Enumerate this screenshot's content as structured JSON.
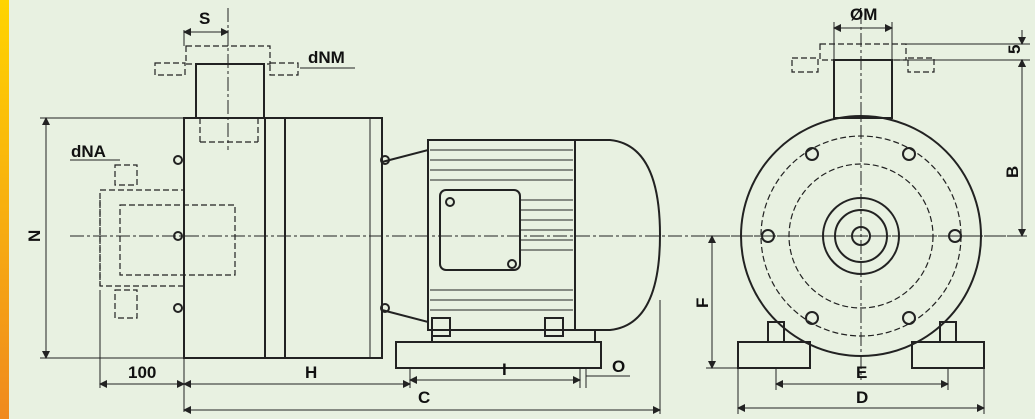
{
  "colors": {
    "background": "#e8f1e1",
    "left_bar_top": "#ffd400",
    "left_bar_bottom": "#f08a1e",
    "line": "#222222"
  },
  "labels": {
    "S": "S",
    "dNM": "dNM",
    "dNA": "dNA",
    "N": "N",
    "label_100": "100",
    "H": "H",
    "C": "C",
    "I": "I",
    "O": "O",
    "OM": "ØM",
    "five": "5",
    "B": "B",
    "F": "F",
    "E": "E",
    "D": "D"
  }
}
